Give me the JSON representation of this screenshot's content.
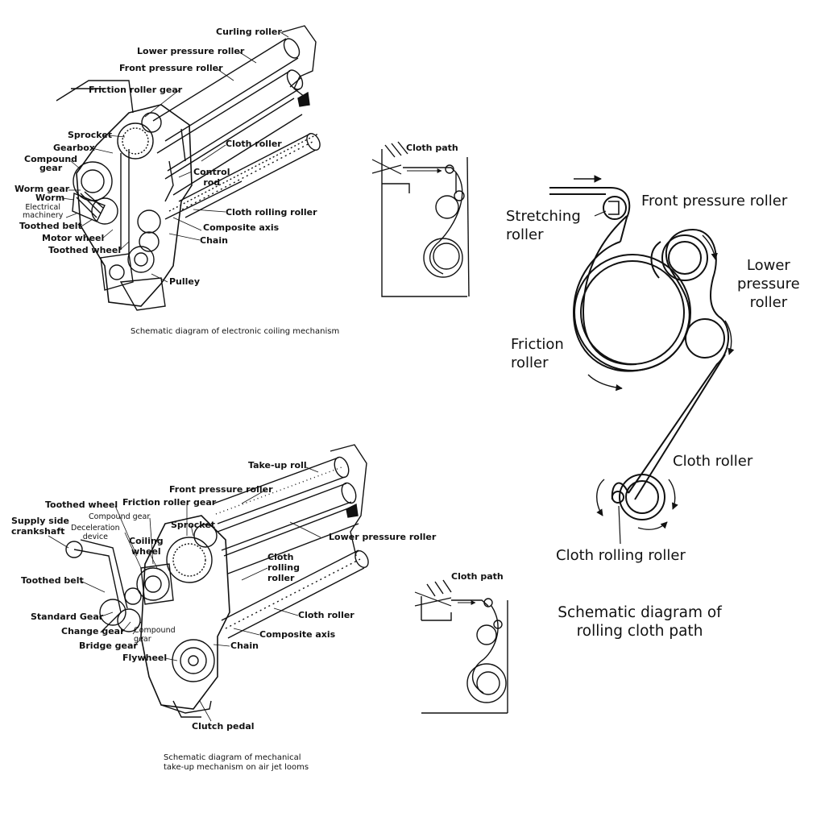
{
  "diagram_top": {
    "caption": "Schematic diagram of electronic coiling mechanism",
    "labels": {
      "curling_roller": "Curling roller",
      "lower_pressure_roller": "Lower pressure roller",
      "front_pressure_roller": "Front pressure roller",
      "friction_roller_gear": "Friction roller gear",
      "sprocket": "Sprocket",
      "gearbox": "Gearbox",
      "compound_gear": "Compound\ngear",
      "worm_gear": "Worm gear",
      "worm": "Worm",
      "electrical_machinery": "Electrical\nmachinery",
      "toothed_belt": "Toothed belt",
      "motor_wheel": "Motor wheel",
      "toothed_wheel": "Toothed wheel",
      "cloth_roller": "Cloth roller",
      "control_rod": "Control\nrod",
      "cloth_rolling_roller": "Cloth rolling roller",
      "composite_axis": "Composite axis",
      "chain": "Chain",
      "pulley": "Pulley"
    }
  },
  "path_small_top": {
    "label": "Cloth path"
  },
  "path_small_bottom": {
    "label": "Cloth path"
  },
  "diagram_bottom": {
    "caption": "Schematic diagram of mechanical\ntake-up mechanism on air jet looms",
    "labels": {
      "take_up_roll": "Take-up roll",
      "front_pressure_roller": "Front pressure roller",
      "friction_roller_gear": "Friction roller gear",
      "toothed_wheel": "Toothed wheel",
      "compound_gear_a": "Compound gear",
      "supply_side_crankshaft": "Supply side\ncrankshaft",
      "deceleration_device": "Deceleration\ndevice",
      "sprocket": "Sprocket",
      "coiling_wheel": "Coiling\nwheel",
      "lower_pressure_roller": "Lower pressure roller",
      "toothed_belt": "Toothed belt",
      "cloth_rolling_roller": "Cloth\nrolling\nroller",
      "cloth_roller": "Cloth roller",
      "standard_gear": "Standard Gear",
      "change_gear": "Change gear",
      "compound_gear_b": "Compound\ngear",
      "composite_axis": "Composite axis",
      "bridge_gear": "Bridge gear",
      "chain": "Chain",
      "flywheel": "Flywheel",
      "clutch_pedal": "Clutch pedal"
    }
  },
  "path_large": {
    "caption": "Schematic diagram of\nrolling cloth path",
    "labels": {
      "stretching_roller": "Stretching\nroller",
      "front_pressure_roller": "Front pressure roller",
      "lower_pressure_roller": "Lower\npressure\nroller",
      "friction_roller": "Friction\nroller",
      "cloth_roller": "Cloth roller",
      "cloth_rolling_roller": "Cloth rolling roller"
    }
  }
}
